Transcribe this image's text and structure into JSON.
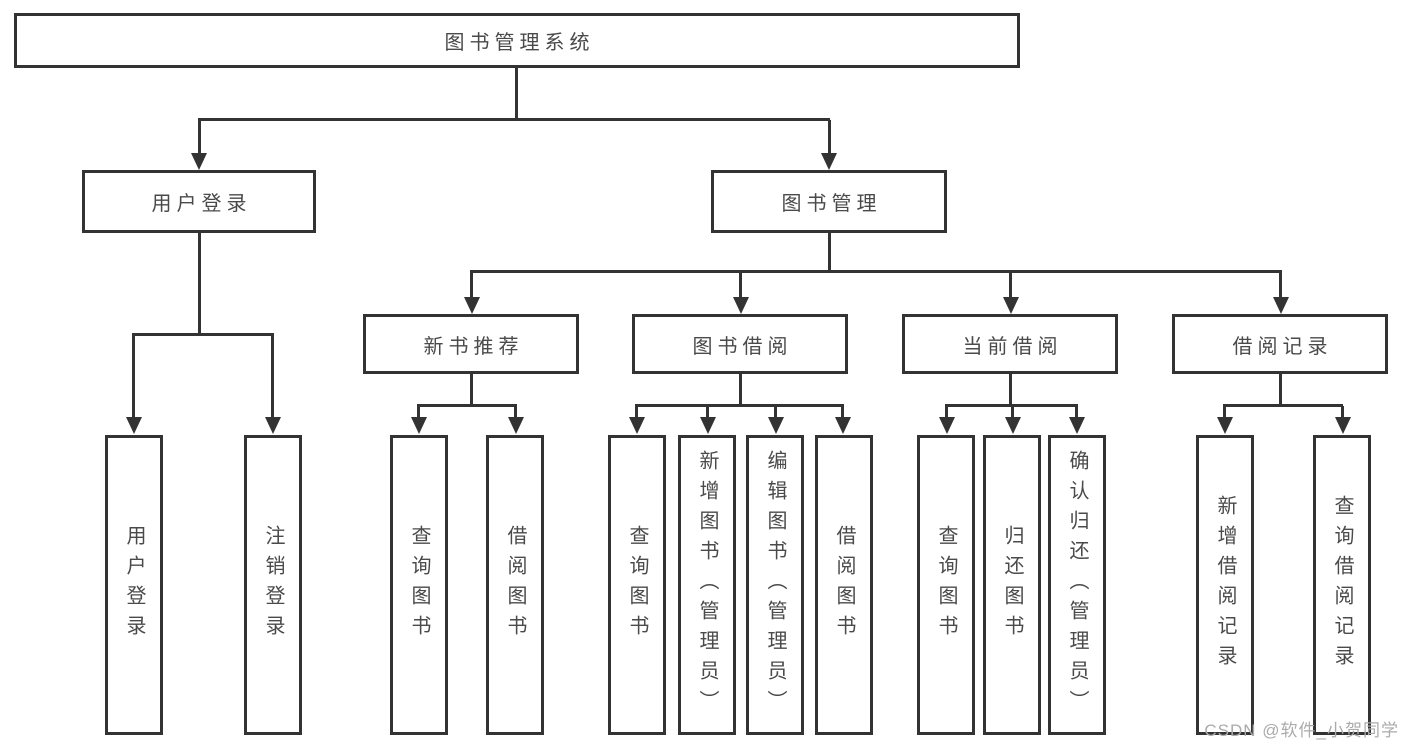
{
  "diagram_type": "hierarchy-tree",
  "tree": {
    "label": "图书管理系统",
    "children": [
      {
        "label": "用户登录",
        "children": [
          {
            "label": "用户登录"
          },
          {
            "label": "注销登录"
          }
        ]
      },
      {
        "label": "图书管理",
        "children": [
          {
            "label": "新书推荐",
            "children": [
              {
                "label": "查询图书"
              },
              {
                "label": "借阅图书"
              }
            ]
          },
          {
            "label": "图书借阅",
            "children": [
              {
                "label": "查询图书"
              },
              {
                "label": "新增图书（管理员）"
              },
              {
                "label": "编辑图书（管理员）"
              },
              {
                "label": "借阅图书"
              }
            ]
          },
          {
            "label": "当前借阅",
            "children": [
              {
                "label": "查询图书"
              },
              {
                "label": "归还图书"
              },
              {
                "label": "确认归还（管理员）"
              }
            ]
          },
          {
            "label": "借阅记录",
            "children": [
              {
                "label": "新增借阅记录"
              },
              {
                "label": "查询借阅记录"
              }
            ]
          }
        ]
      }
    ]
  },
  "watermark": {
    "text": "CSDN @软件_小贺同学"
  },
  "colors": {
    "line": "#333333",
    "text": "#4a4a4a",
    "wm": "#ababab",
    "bg": "#ffffff"
  }
}
